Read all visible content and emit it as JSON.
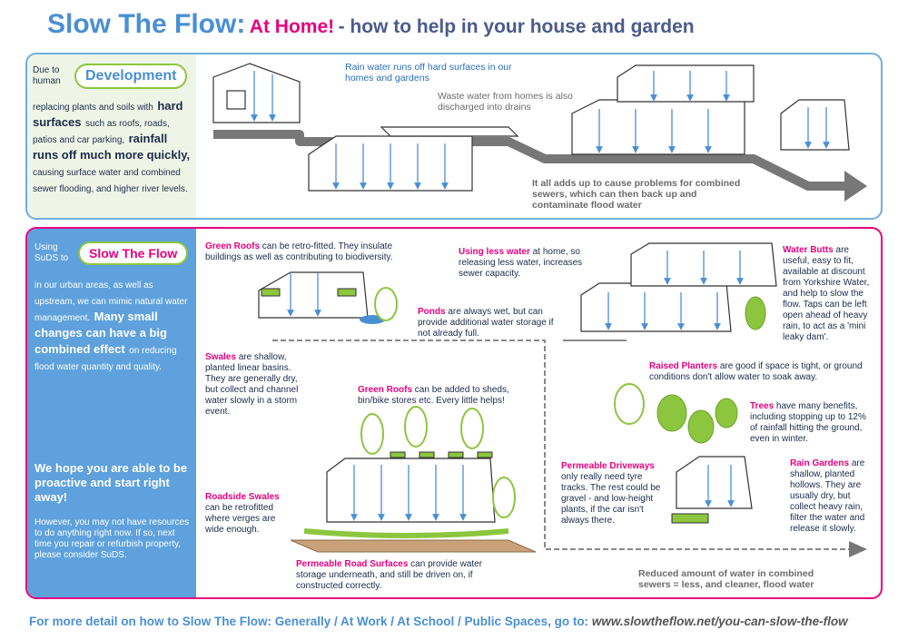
{
  "title": {
    "main": "Slow The Flow:",
    "highlight": "At Home!",
    "rest": "- how to help in your house and garden"
  },
  "top_panel": {
    "side": {
      "prefix": "Due to human",
      "pill": "Development",
      "line1": "replacing plants and soils with",
      "hard_surfaces": "hard surfaces",
      "line2": "such as roofs, roads, patios and car parking,",
      "rainfall": "rainfall runs off much more quickly,",
      "line3": "causing surface water and combined sewer flooding, and higher river levels."
    },
    "label_rain": "Rain water runs off hard surfaces in our homes and gardens",
    "label_waste": "Waste water from homes is also discharged into drains",
    "label_problems": "It all adds up to cause problems for combined sewers, which can then back up and contaminate flood water"
  },
  "bottom_panel": {
    "side": {
      "prefix": "Using SuDS to",
      "pill": "Slow The Flow",
      "line1": "in our urban areas, as well as upstream, we can mimic natural water management.",
      "big": "Many small changes can have a big combined effect",
      "line2": "on reducing flood water quantity and quality.",
      "hope": "We hope you are able to be proactive and start right away!",
      "closing": "However, you may not have resources to do anything right now. If so, next time you repair or refurbish property, please consider SuDS."
    },
    "captions": {
      "green_roofs_1": {
        "head": "Green Roofs",
        "body": "can be retro-fitted. They insulate buildings as well as contributing to biodiversity."
      },
      "less_water": {
        "head": "Using less water",
        "body": "at home, so releasing less water, increases sewer capacity."
      },
      "ponds": {
        "head": "Ponds",
        "body": "are always wet, but can provide additional water storage if not already full."
      },
      "water_butts": {
        "head": "Water Butts",
        "body": "are useful, easy to fit, available at discount from Yorkshire Water, and help to slow the flow. Taps can be left open ahead of heavy rain, to act as a 'mini leaky dam'."
      },
      "swales": {
        "head": "Swales",
        "body": "are shallow, planted linear basins. They are generally dry, but collect and channel water slowly in a storm event."
      },
      "green_roofs_2": {
        "head": "Green Roofs",
        "body": "can be added to sheds, bin/bike stores etc. Every little helps!"
      },
      "raised_planters": {
        "head": "Raised Planters",
        "body": "are good if space is tight, or ground conditions don't allow water to soak away."
      },
      "trees": {
        "head": "Trees",
        "body": "have many benefits, including stopping up to 12% of rainfall hitting the ground, even in winter."
      },
      "roadside_swales": {
        "head": "Roadside Swales",
        "body": "can be retrofitted where verges are wide enough."
      },
      "permeable_driveways": {
        "head": "Permeable Driveways",
        "body": "only really need tyre tracks. The rest could be gravel - and low-height plants, if the car isn't always there."
      },
      "rain_gardens": {
        "head": "Rain Gardens",
        "body": "are shallow, planted hollows. They are usually dry, but collect heavy rain, filter the water and release it slowly."
      },
      "permeable_road": {
        "head": "Permeable Road Surfaces",
        "body": "can provide water storage underneath, and still be driven on, if constructed correctly."
      }
    },
    "label_reduced": "Reduced amount of water in combined sewers = less, and cleaner, flood water"
  },
  "footer": {
    "text": "For more detail on how to Slow The Flow: Generally / At Work / At School / Public Spaces, go to:",
    "url": "www.slowtheflow.net/you-can-slow-the-flow"
  },
  "colors": {
    "blue": "#4a8fd4",
    "pink": "#e6007e",
    "green": "#8cc63f",
    "grey": "#6b6b6b"
  }
}
